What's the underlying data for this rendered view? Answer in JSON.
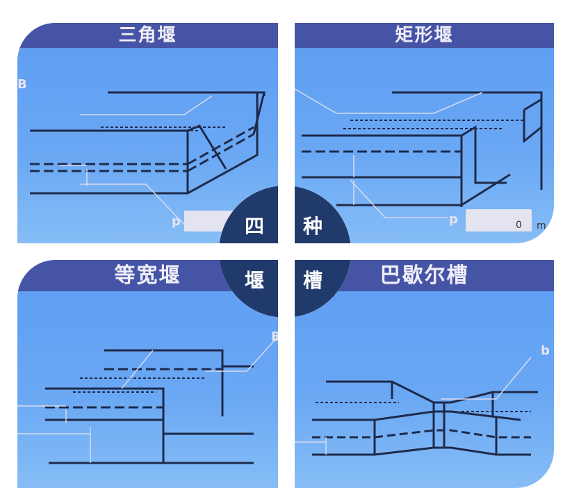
{
  "panels": [
    {
      "title": "三角堰",
      "labels": {
        "b": "B",
        "p": "p"
      }
    },
    {
      "title": "矩形堰",
      "labels": {
        "p": "p",
        "value": "0",
        "unit": "m"
      }
    },
    {
      "title": "等宽堰",
      "labels": {
        "b": "B"
      }
    },
    {
      "title": "巴歇尔槽",
      "labels": {
        "b": "b"
      }
    }
  ],
  "badge": {
    "chars": [
      "四",
      "种",
      "堰",
      "槽"
    ]
  },
  "colors": {
    "header": "#4654a6",
    "screen": "#5d9cf2",
    "badge": "#203a6c",
    "line": "#1e2a4a"
  }
}
